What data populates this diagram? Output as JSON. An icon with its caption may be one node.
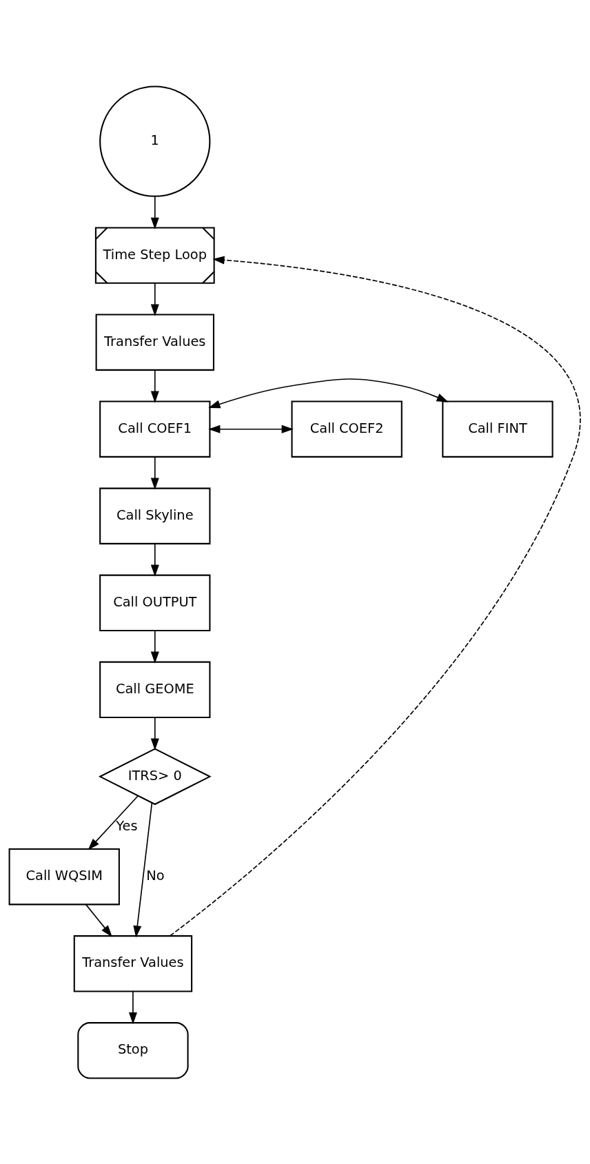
{
  "diagram": {
    "nodes": [
      {
        "text": [
          "1"
        ]
      },
      {
        "text": [
          "Time Step Loop"
        ]
      },
      {
        "text": [
          "Transfer Values"
        ]
      },
      {
        "text": [
          "Call COEF1"
        ]
      },
      {
        "text": [
          "Call FINT"
        ]
      },
      {
        "text": [
          "Call COEF2"
        ]
      },
      {
        "text": [
          "Call Skyline"
        ]
      },
      {
        "text": [
          "Call OUTPUT"
        ]
      },
      {
        "text": [
          "Call GEOME"
        ]
      },
      {
        "text": [
          "ITRS> 0"
        ]
      },
      {
        "text": [
          "Call WQSIM"
        ]
      },
      {
        "text": [
          "Transfer Values"
        ]
      },
      {
        "text": [
          "Stop"
        ]
      }
    ],
    "edges": [
      {
        "from": 0,
        "to": 1,
        "arrow": "to"
      },
      {
        "from": 1,
        "to": 2,
        "arrow": "to"
      },
      {
        "from": 2,
        "to": 3,
        "arrow": "to"
      },
      {
        "from": 3,
        "to": 4,
        "arrow": "both"
      },
      {
        "from": 3,
        "to": 5,
        "arrow": "both"
      },
      {
        "from": 3,
        "to": 6,
        "arrow": "to"
      },
      {
        "from": 6,
        "to": 7,
        "arrow": "to"
      },
      {
        "from": 7,
        "to": 8,
        "arrow": "to"
      },
      {
        "from": 8,
        "to": 9,
        "arrow": "to"
      },
      {
        "from": 9,
        "to": 11,
        "arrow": "to",
        "label": "No"
      },
      {
        "from": 9,
        "to": 10,
        "arrow": "to",
        "label": "Yes"
      },
      {
        "from": 10,
        "to": 11,
        "arrow": "to"
      },
      {
        "from": 11,
        "to": 12,
        "arrow": "to"
      },
      {
        "from": 11,
        "to": 1,
        "arrow": "to",
        "style": "dashed"
      }
    ]
  }
}
